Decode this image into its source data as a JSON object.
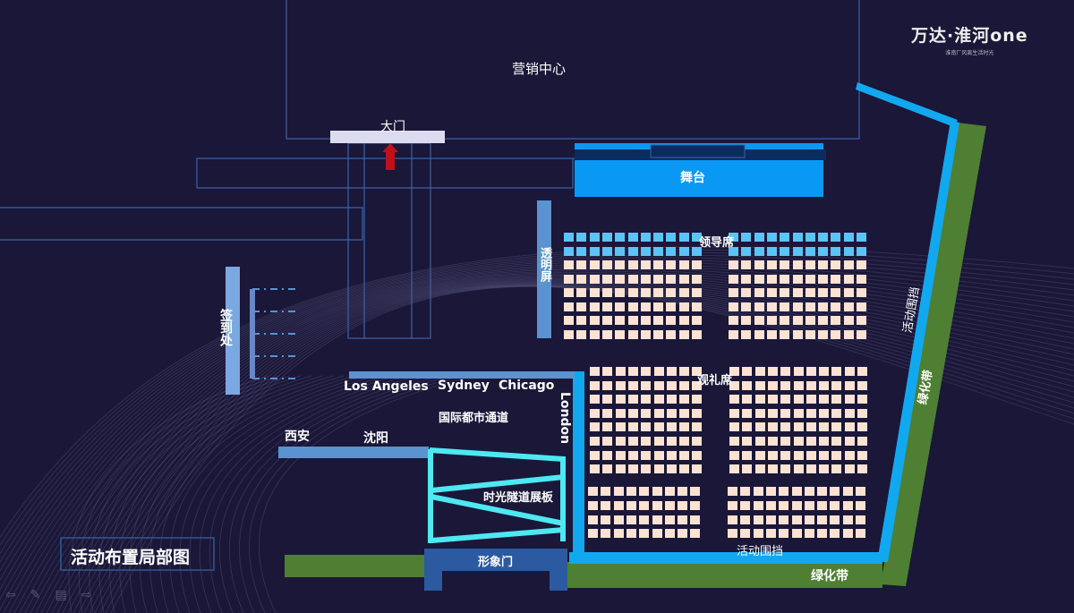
{
  "logo": {
    "main": "万达·淮河one",
    "tagline": "淮南厂风离生活时光"
  },
  "title": "活动布置局部图",
  "labels": {
    "marketing_center": "营销中心",
    "gate": "大门",
    "stage": "舞台",
    "transparent_screen": "透明屏",
    "leader_seats": "领导席",
    "viewing_seats": "观礼席",
    "sign_in": "签到处",
    "los_angeles": "Los Angeles",
    "sydney": "Sydney",
    "chicago": "Chicago",
    "london": "London",
    "intl_passage": "国际都市通道",
    "xian": "西安",
    "shenyang": "沈阳",
    "tunnel_boards": "时光隧道展板",
    "image_gate": "形象门",
    "event_fence_bottom": "活动围挡",
    "event_fence_right": "活动围挡",
    "green_belt_bottom": "绿化带",
    "green_belt_right": "绿化带"
  },
  "seating": {
    "leader_rows": 2,
    "front_block": {
      "rows": 6,
      "left_cols": 11,
      "right_cols": 11
    },
    "middle_block": {
      "rows": 8,
      "left_cols": 9,
      "right_cols": 11
    },
    "back_block": {
      "rows": 4,
      "left_cols": 9,
      "right_cols": 11
    }
  },
  "colors": {
    "background": "#1a1738",
    "stage": "#0a98f5",
    "fence": "#12a8ef",
    "green_belt": "#4f7f32",
    "leader_seat": "#5cc3f5",
    "guest_seat": "#fbe2d2",
    "tunnel": "#4ee8f2",
    "panel": "#5a93d0",
    "arrow": "#c0101a"
  },
  "toolbar_icons": [
    "arrow-left-icon",
    "pen-icon",
    "menu-icon",
    "arrow-right-icon"
  ]
}
